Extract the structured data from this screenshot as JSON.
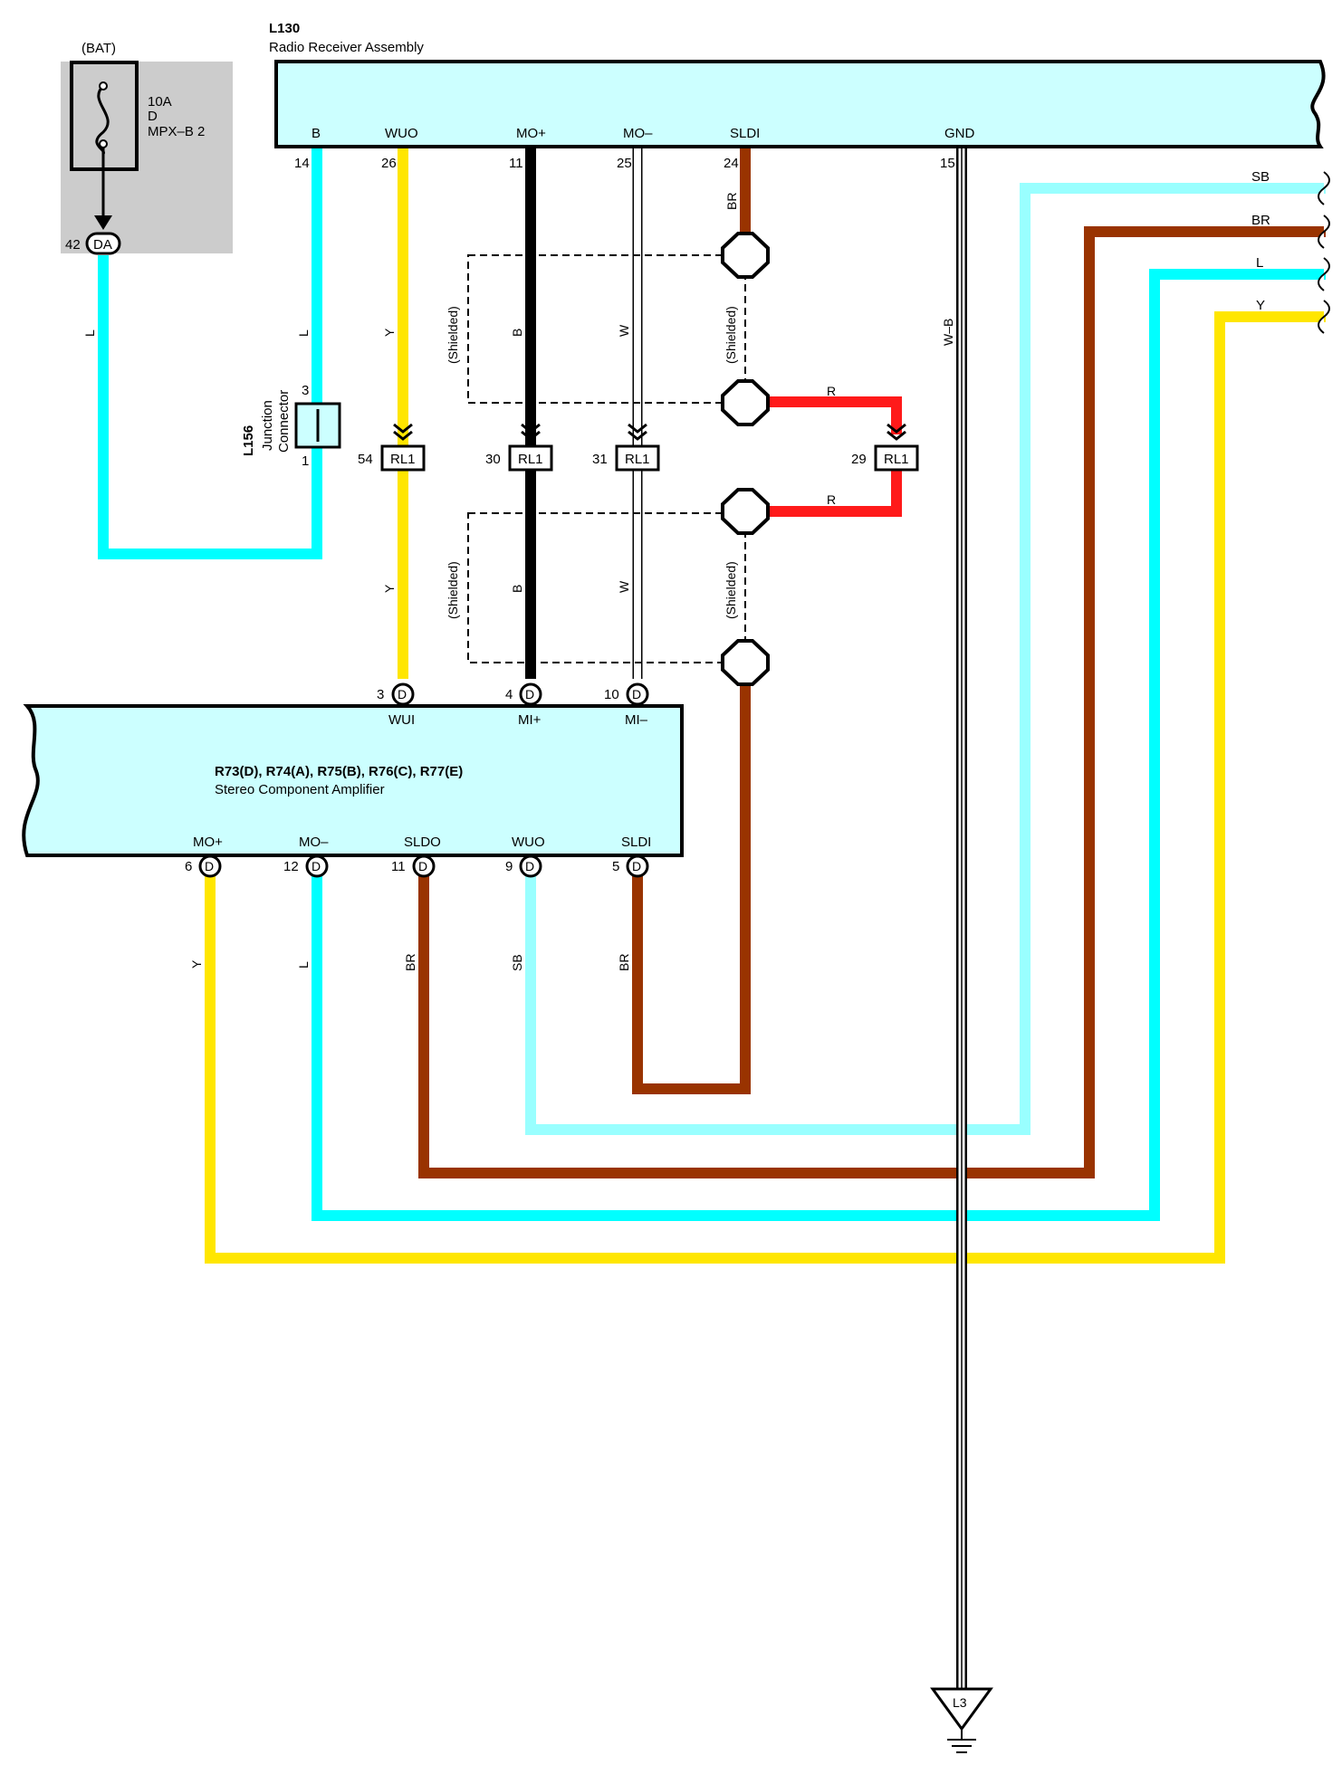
{
  "colors": {
    "L": "#00ffff",
    "SB": "#99ffff",
    "Y": "#ffe600",
    "BR": "#993300",
    "R": "#ff1a1a",
    "B": "#000000",
    "W": "#ffffff",
    "body_fill": "#ccffff",
    "fuse_box_fill": "#cccccc"
  },
  "fuse": {
    "source": "(BAT)",
    "rating": "10A",
    "code": "D",
    "name": "MPX–B 2",
    "connector_pin": "42",
    "connector_id": "DA",
    "wire": "L"
  },
  "radio": {
    "id": "L130",
    "name": "Radio Receiver Assembly",
    "terminals": [
      {
        "label": "B",
        "pin": "14",
        "wire": "L"
      },
      {
        "label": "WUO",
        "pin": "26",
        "wire": "Y"
      },
      {
        "label": "MO+",
        "pin": "11",
        "wire": "B"
      },
      {
        "label": "MO–",
        "pin": "25",
        "wire": "W"
      },
      {
        "label": "SLDI",
        "pin": "24",
        "wire": "BR"
      },
      {
        "label": "GND",
        "pin": "15",
        "wire": "W–B"
      }
    ]
  },
  "junction": {
    "id": "L156",
    "line1": "Junction",
    "line2": "Connector",
    "pin_top": "3",
    "pin_bottom": "1"
  },
  "relay_connectors": [
    {
      "pin": "54",
      "id": "RL1",
      "wire_below": "Y"
    },
    {
      "pin": "30",
      "id": "RL1",
      "wire_below": "B"
    },
    {
      "pin": "31",
      "id": "RL1",
      "wire_below": "W"
    },
    {
      "pin": "29",
      "id": "RL1",
      "wire_left": "R"
    }
  ],
  "shielded_label": "(Shielded)",
  "amplifier": {
    "name_line1": "R73(D), R74(A), R75(B), R76(C), R77(E)",
    "name_line2": "Stereo Component Amplifier",
    "top_terminals": [
      {
        "label": "WUI",
        "pin": "3",
        "conn": "D"
      },
      {
        "label": "MI+",
        "pin": "4",
        "conn": "D"
      },
      {
        "label": "MI–",
        "pin": "10",
        "conn": "D"
      }
    ],
    "bottom_terminals": [
      {
        "label": "MO+",
        "pin": "6",
        "conn": "D",
        "wire": "Y"
      },
      {
        "label": "MO–",
        "pin": "12",
        "conn": "D",
        "wire": "L"
      },
      {
        "label": "SLDO",
        "pin": "11",
        "conn": "D",
        "wire": "BR"
      },
      {
        "label": "WUO",
        "pin": "9",
        "conn": "D",
        "wire": "SB"
      },
      {
        "label": "SLDI",
        "pin": "5",
        "conn": "D",
        "wire": "BR"
      }
    ]
  },
  "right_edge_wires": [
    "SB",
    "BR",
    "L",
    "Y"
  ],
  "ground": {
    "id": "L3"
  }
}
